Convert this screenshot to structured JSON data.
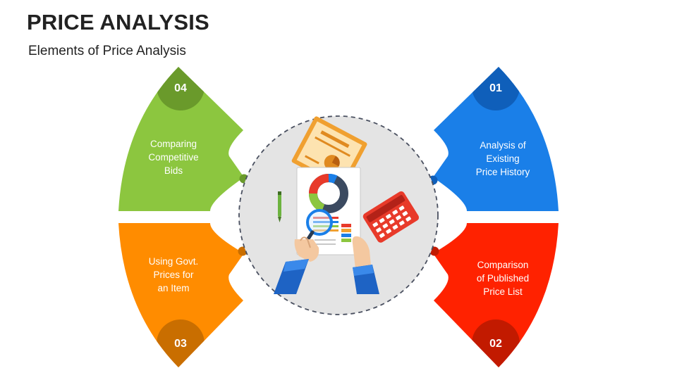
{
  "header": {
    "title": "PRICE ANALYSIS",
    "subtitle": "Elements of Price Analysis"
  },
  "elements": [
    {
      "number": "01",
      "lines": [
        "Analysis of",
        "Existing",
        "Price History"
      ],
      "color": "#1a7fe8",
      "dark": "#0f5fba"
    },
    {
      "number": "02",
      "lines": [
        "Comparison",
        "of Published",
        "Price List"
      ],
      "color": "#ff2200",
      "dark": "#c21a00"
    },
    {
      "number": "03",
      "lines": [
        "Using Govt.",
        "Prices for",
        "an Item"
      ],
      "color": "#ff8c00",
      "dark": "#c96e00"
    },
    {
      "number": "04",
      "lines": [
        "Comparing",
        "Competitive",
        "Bids"
      ],
      "color": "#8cc63f",
      "dark": "#6a9a2b"
    }
  ],
  "center": {
    "illustration": "hands-holding-report-with-magnifier-calculator-pen-clipboard"
  }
}
